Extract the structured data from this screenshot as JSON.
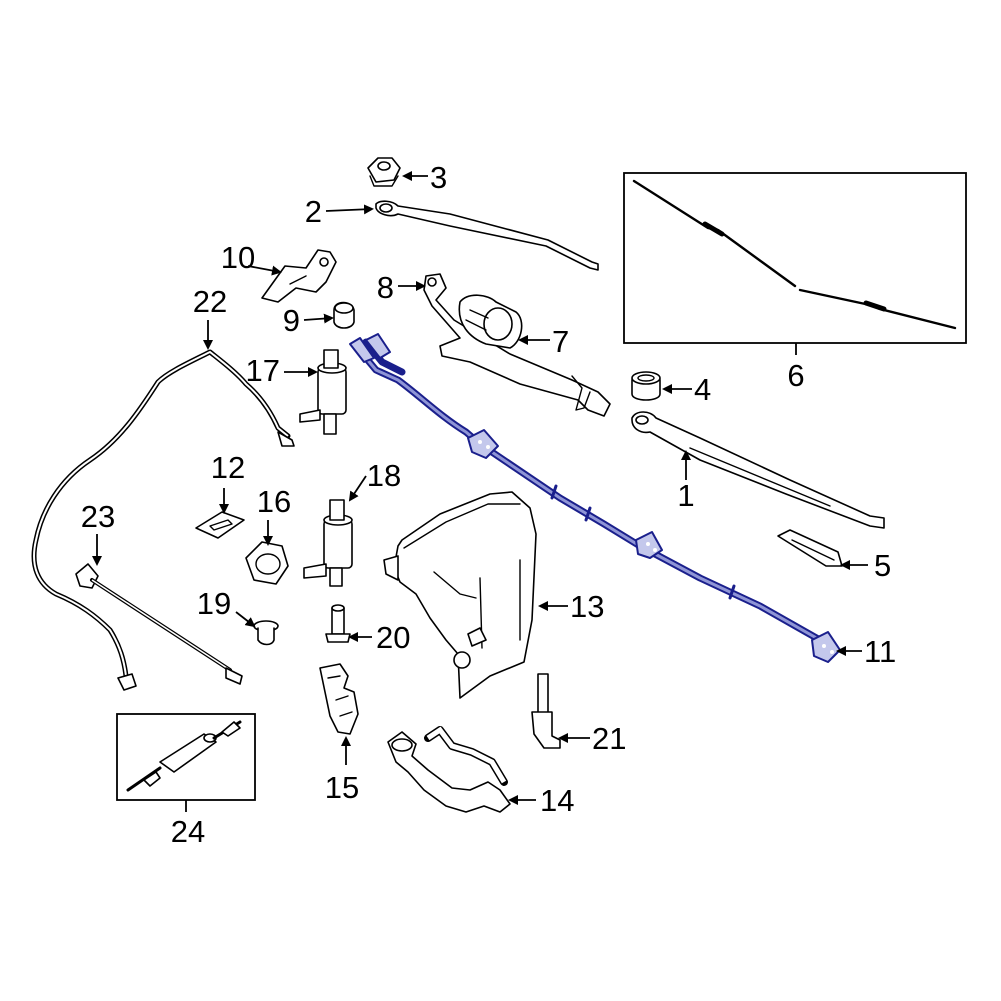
{
  "diagram": {
    "highlight_color": "#1a1f8c",
    "callouts": [
      {
        "id": "1",
        "text": "1"
      },
      {
        "id": "2",
        "text": "2"
      },
      {
        "id": "3",
        "text": "3"
      },
      {
        "id": "4",
        "text": "4"
      },
      {
        "id": "5",
        "text": "5"
      },
      {
        "id": "6",
        "text": "6"
      },
      {
        "id": "7",
        "text": "7"
      },
      {
        "id": "8",
        "text": "8"
      },
      {
        "id": "9",
        "text": "9"
      },
      {
        "id": "10",
        "text": "10"
      },
      {
        "id": "11",
        "text": "11"
      },
      {
        "id": "12",
        "text": "12"
      },
      {
        "id": "13",
        "text": "13"
      },
      {
        "id": "14",
        "text": "14"
      },
      {
        "id": "15",
        "text": "15"
      },
      {
        "id": "16",
        "text": "16"
      },
      {
        "id": "17",
        "text": "17"
      },
      {
        "id": "18",
        "text": "18"
      },
      {
        "id": "19",
        "text": "19"
      },
      {
        "id": "20",
        "text": "20"
      },
      {
        "id": "21",
        "text": "21"
      },
      {
        "id": "22",
        "text": "22"
      },
      {
        "id": "23",
        "text": "23"
      },
      {
        "id": "24",
        "text": "24"
      }
    ]
  }
}
